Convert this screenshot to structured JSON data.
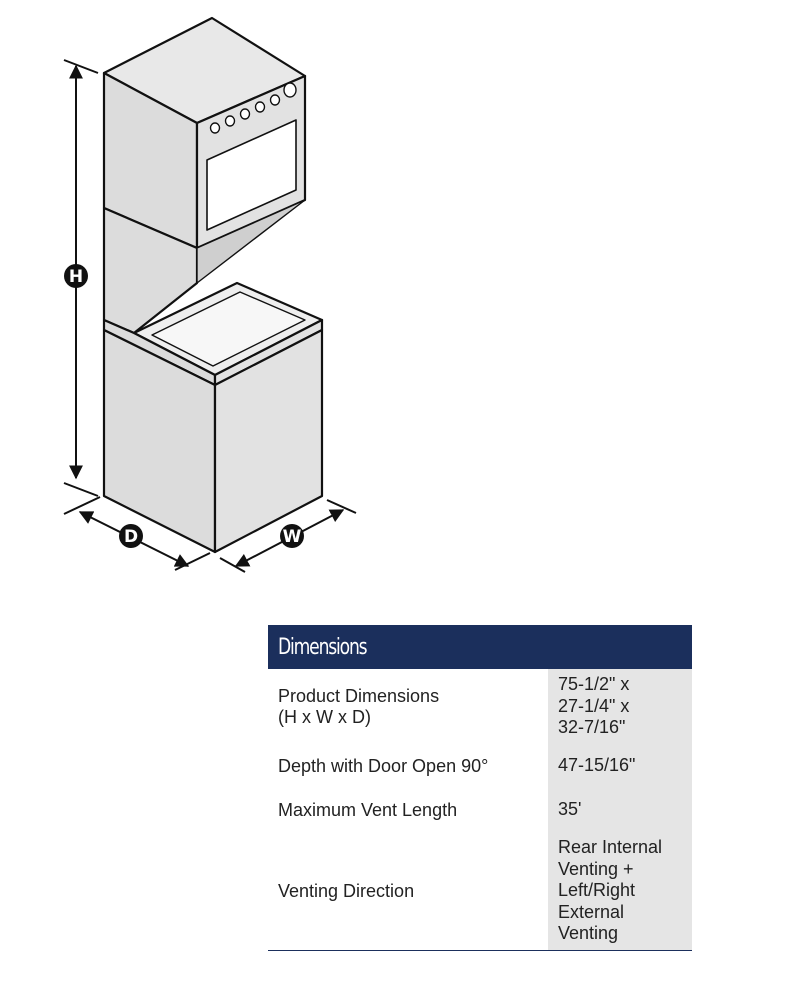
{
  "diagram": {
    "height_badge": "H",
    "depth_badge": "D",
    "width_badge": "W"
  },
  "table": {
    "title": "Dimensions",
    "rows": [
      {
        "label": "Product Dimensions\n(H x W x D)",
        "value": "75-1/2\" x\n27-1/4\" x\n32-7/16\""
      },
      {
        "label": "Depth with Door Open 90°",
        "value": "47-15/16\""
      },
      {
        "label": "Maximum Vent Length",
        "value": "35'"
      },
      {
        "label": "Venting Direction",
        "value": "Rear Internal\nVenting +\nLeft/Right\nExternal\nVenting"
      }
    ]
  }
}
